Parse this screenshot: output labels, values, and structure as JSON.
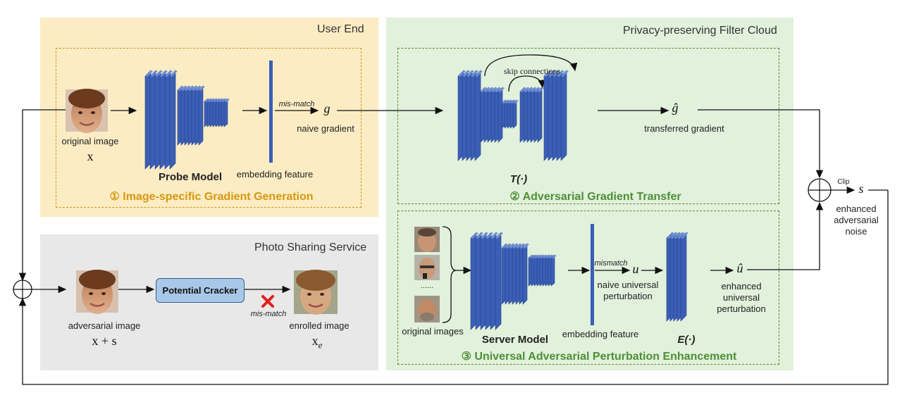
{
  "colors": {
    "user_end_bg": "#fcecc4",
    "cloud_bg": "#e1f1dc",
    "photo_bg": "#e8e8e8",
    "user_dash": "#c79a1c",
    "cloud_dash": "#5a8a3a",
    "caption_orange": "#d6980f",
    "caption_green": "#4e8f35",
    "net_blue": "#3b5fb5",
    "cross_red": "#e02020",
    "cracker_fill": "#a9c7e8"
  },
  "panels": {
    "user_end": "User End",
    "cloud": "Privacy-preserving Filter Cloud",
    "photo": "Photo Sharing Service"
  },
  "step1": {
    "caption": "① Image-specific Gradient Generation",
    "original_image": "original image",
    "x_symbol": "x",
    "model_name": "Probe Model",
    "embedding": "embedding feature",
    "mismatch": "mis-match",
    "g_symbol": "g",
    "naive_gradient": "naive gradient"
  },
  "step2": {
    "caption": "② Adversarial Gradient Transfer",
    "skip": "skip connections",
    "t_symbol": "T(·)",
    "ghat_symbol": "ĝ",
    "transferred": "transferred gradient"
  },
  "step3": {
    "caption": "③ Universal Adversarial Perturbation Enhancement",
    "original_images": "original images",
    "dots": "......",
    "model_name": "Server Model",
    "embedding": "embedding feature",
    "mismatch": "mismatch",
    "u_symbol": "u",
    "naive_universal_1": "naive universal",
    "naive_universal_2": "perturbation",
    "e_symbol": "E(·)",
    "uhat_symbol": "û",
    "enhanced_1": "enhanced",
    "enhanced_2": "universal",
    "enhanced_3": "perturbation"
  },
  "output": {
    "clip": "Clip",
    "s_symbol": "s",
    "line1": "enhanced",
    "line2": "adversarial",
    "line3": "noise"
  },
  "photo": {
    "adversarial_image": "adversarial image",
    "adv_symbol": "x + s",
    "cracker": "Potential Cracker",
    "mismatch": "mis-match",
    "enrolled_image": "enrolled image",
    "enrolled_symbol": "x",
    "enrolled_sub": "e"
  }
}
